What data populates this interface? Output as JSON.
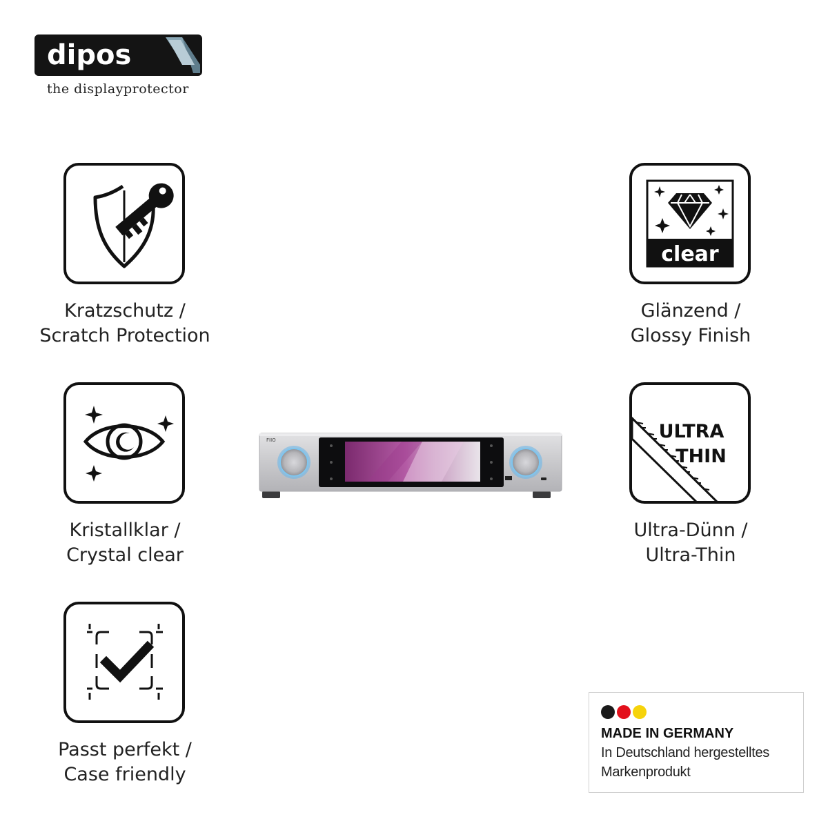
{
  "brand": {
    "name": "dipos",
    "tagline": "the displayprotector"
  },
  "features": [
    {
      "icon": "shield-key-icon",
      "line1": "Kratzschutz /",
      "line2": "Scratch Protection"
    },
    {
      "icon": "eye-sparkle-icon",
      "line1": "Kristallklar /",
      "line2": "Crystal clear"
    },
    {
      "icon": "check-frame-icon",
      "line1": "Passt perfekt /",
      "line2": "Case friendly"
    },
    {
      "icon": "diamond-clear-icon",
      "badge_text": "clear",
      "line1": "Glänzend /",
      "line2": "Glossy Finish"
    },
    {
      "icon": "ultra-thin-ruler-icon",
      "badge_line1": "ULTRA",
      "badge_line2": "THIN",
      "line1": "Ultra-Dünn /",
      "line2": "Ultra-Thin"
    }
  ],
  "product": {
    "brand_label": "FIIO"
  },
  "made_in": {
    "title": "MADE IN GERMANY",
    "line1": "In Deutschland hergestelltes",
    "line2": "Markenprodukt",
    "flag_colors": [
      "#1a1a1a",
      "#e3101b",
      "#f6d30b"
    ]
  }
}
